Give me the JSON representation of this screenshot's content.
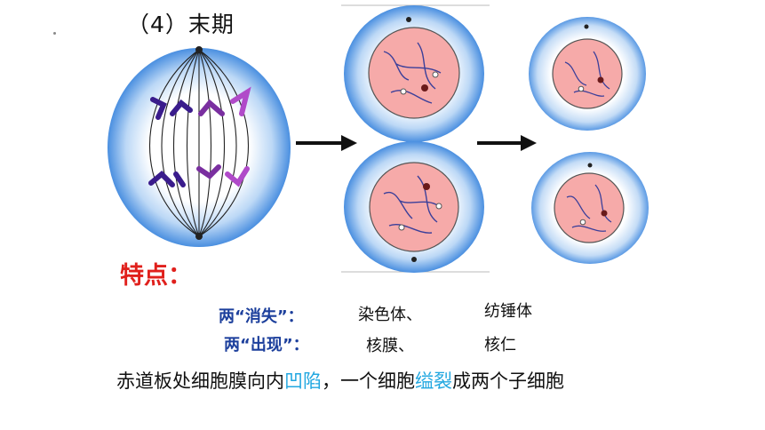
{
  "title": "（4）末期",
  "features_label": "特点：",
  "rows": [
    {
      "label": "两“消失”：",
      "item_a": "染色体、",
      "item_b": "纺锤体"
    },
    {
      "label": "两“出现”：",
      "item_a": "核膜、",
      "item_b": "核仁"
    }
  ],
  "description": {
    "part1": "赤道板处细胞膜向内",
    "highlight1": "凹陷",
    "part2": "，一个细胞",
    "highlight2": "缢裂",
    "part3": "成两个子细胞"
  },
  "colors": {
    "cell_fill_edge": "#3f8ee6",
    "cell_fill_center": "#ffffff",
    "nucleus": "#f4a6a6",
    "chromosome_purple": "#7a2fa0",
    "chromosome_light": "#b04ac9",
    "arrow": "#111111",
    "highlight": "#21a7e0",
    "features": "#e0201c",
    "row_label": "#1c3f9c"
  }
}
